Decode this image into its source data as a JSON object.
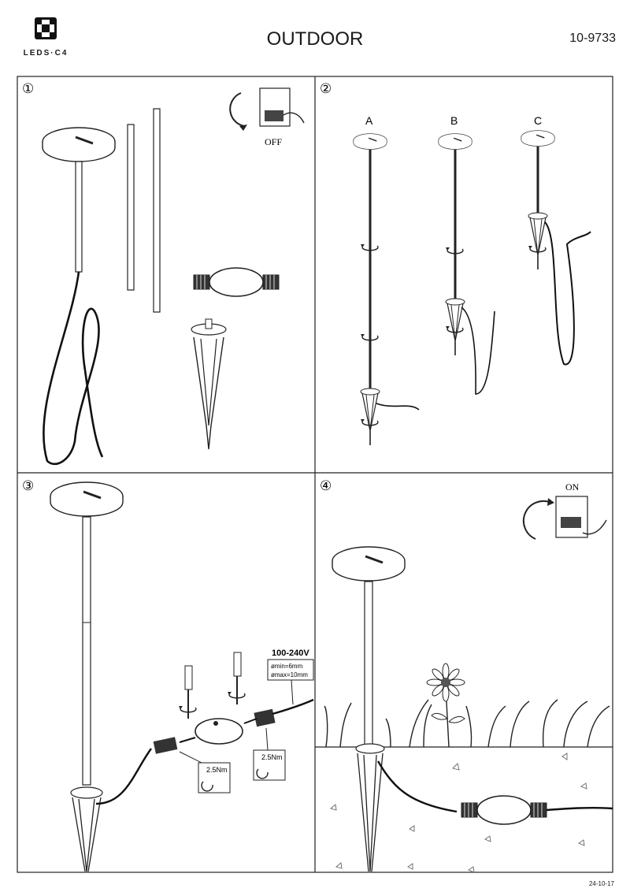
{
  "header": {
    "brand": "LEDS·C4",
    "title": "OUTDOOR",
    "code": "10-9733"
  },
  "panels": [
    {
      "number": "①",
      "switch_label": "OFF"
    },
    {
      "number": "②",
      "variants": [
        "A",
        "B",
        "C"
      ]
    },
    {
      "number": "③",
      "voltage": "100-240V",
      "cable_min": "ømin=6mm",
      "cable_max": "ømax=10mm",
      "torque_left": "2.5Nm",
      "torque_right": "2.5Nm"
    },
    {
      "number": "④",
      "switch_label": "ON"
    }
  ],
  "footer": {
    "date": "24-10-17"
  }
}
